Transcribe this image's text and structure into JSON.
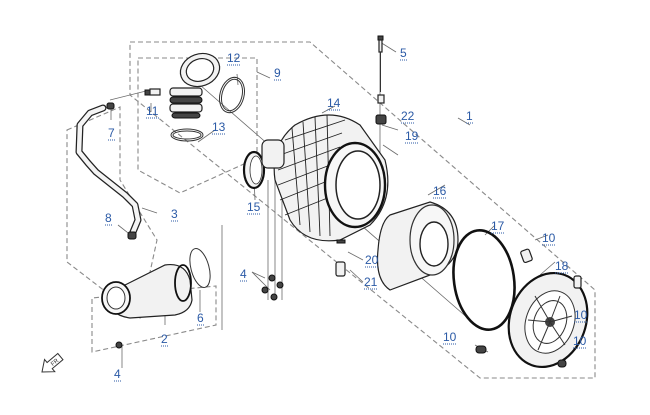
{
  "diagram": {
    "title": "Air Filter Assembly (exploded view)",
    "label_color": "#2b5aa6",
    "front_arrow_text": "FR",
    "callouts": [
      {
        "id": "c1",
        "text": "1"
      },
      {
        "id": "c2",
        "text": "2"
      },
      {
        "id": "c3",
        "text": "3"
      },
      {
        "id": "c4a",
        "text": "4"
      },
      {
        "id": "c4b",
        "text": "4"
      },
      {
        "id": "c5",
        "text": "5"
      },
      {
        "id": "c6",
        "text": "6"
      },
      {
        "id": "c7",
        "text": "7"
      },
      {
        "id": "c8",
        "text": "8"
      },
      {
        "id": "c9",
        "text": "9"
      },
      {
        "id": "c10a",
        "text": "10"
      },
      {
        "id": "c10b",
        "text": "10"
      },
      {
        "id": "c10c",
        "text": "10"
      },
      {
        "id": "c10d",
        "text": "10"
      },
      {
        "id": "c11",
        "text": "11"
      },
      {
        "id": "c12",
        "text": "12"
      },
      {
        "id": "c13",
        "text": "13"
      },
      {
        "id": "c14",
        "text": "14"
      },
      {
        "id": "c15",
        "text": "15"
      },
      {
        "id": "c16",
        "text": "16"
      },
      {
        "id": "c17",
        "text": "17"
      },
      {
        "id": "c18",
        "text": "18"
      },
      {
        "id": "c19",
        "text": "19"
      },
      {
        "id": "c20",
        "text": "20"
      },
      {
        "id": "c21",
        "text": "21"
      },
      {
        "id": "c22",
        "text": "22"
      }
    ]
  }
}
